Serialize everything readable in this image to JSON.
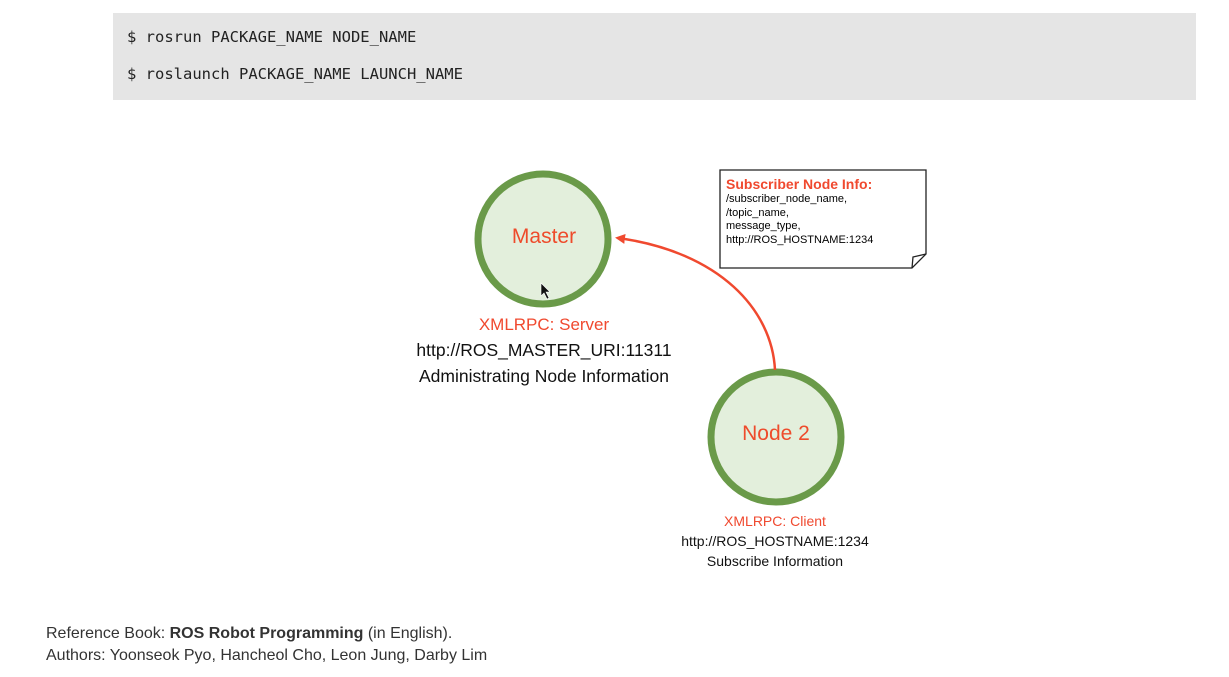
{
  "code": {
    "lines": [
      "$ rosrun PACKAGE_NAME NODE_NAME",
      "$ roslaunch PACKAGE_NAME LAUNCH_NAME"
    ]
  },
  "diagram": {
    "master": {
      "label": "Master",
      "role": "XMLRPC: Server",
      "uri": "http://ROS_MASTER_URI:11311",
      "description": "Administrating Node Information"
    },
    "node2": {
      "label": "Node 2",
      "role": "XMLRPC: Client",
      "uri": "http://ROS_HOSTNAME:1234",
      "description": "Subscribe Information"
    },
    "note": {
      "title": "Subscriber Node Info:",
      "lines": [
        "/subscriber_node_name,",
        "/topic_name,",
        "message_type,",
        "http://ROS_HOSTNAME:1234"
      ]
    },
    "colors": {
      "node_fill": "#e3efdc",
      "node_border": "#6a9a49",
      "accent_red": "#f0492f",
      "arrow": "#f0492f"
    }
  },
  "footer": {
    "ref_prefix": "Reference Book: ",
    "ref_title": "ROS Robot Programming",
    "ref_suffix": " (in English).",
    "authors": "Authors: Yoonseok Pyo, Hancheol Cho, Leon Jung, Darby Lim"
  }
}
